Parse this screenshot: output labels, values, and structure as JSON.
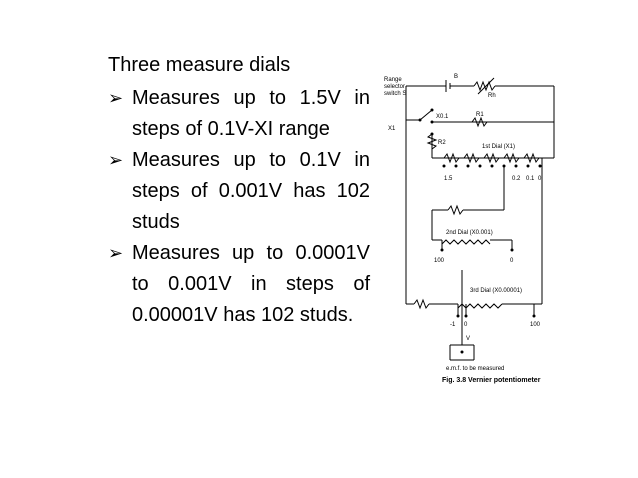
{
  "text": {
    "heading": "Three measure dials",
    "bullets": [
      "Measures up to 1.5V in steps of 0.1V-XI range",
      "Measures up to 0.1V in steps of 0.001V has 102 studs",
      "Measures up to 0.0001V to 0.001V in steps of 0.00001V has 102 studs."
    ]
  },
  "diagram": {
    "caption": "Fig. 3.8 Vernier potentiometer",
    "labels": {
      "battery": "B",
      "rheostat": "Rh",
      "range_selector_1": "Range",
      "range_selector_2": "selector",
      "range_selector_3": "switch S",
      "x01": "X0.1",
      "x1": "X1",
      "r1": "R1",
      "r2": "R2",
      "dial1": "1st Dial (X1)",
      "dial1_ticks": [
        "1.5",
        "0.2",
        "0.1",
        "0"
      ],
      "dial2": "2nd Dial (X0.001)",
      "dial2_ticks": [
        "100",
        "0"
      ],
      "dial3": "3rd Dial (X0.00001)",
      "dial3_ticks": [
        "-1",
        "0",
        "100"
      ],
      "voltmeter": "V",
      "emf": "e.m.f. to be measured"
    }
  }
}
